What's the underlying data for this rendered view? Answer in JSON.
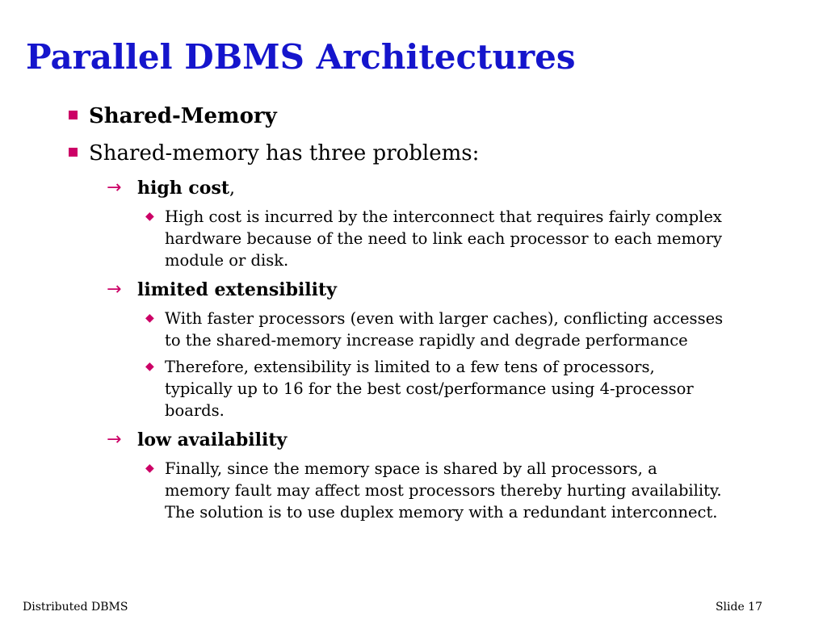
{
  "slide": {
    "title": "Parallel DBMS Architectures",
    "bullets": [
      {
        "text": "Shared-Memory"
      },
      {
        "text": "Shared-memory has three problems:"
      }
    ],
    "problems": [
      {
        "heading": "high cost",
        "suffix": ",",
        "details": [
          "High cost is incurred by the interconnect that requires fairly complex hardware because of the need to link each processor to each memory module or disk."
        ]
      },
      {
        "heading": "limited extensibility",
        "suffix": "",
        "details": [
          "With faster processors (even with larger caches), conflicting accesses to the shared-memory increase rapidly and degrade performance",
          "Therefore, extensibility is limited to a few tens of processors, typically up to 16 for the best cost/performance using 4-processor boards."
        ]
      },
      {
        "heading": "low availability",
        "suffix": "",
        "details": [
          "Finally, since the memory space is shared by all processors, a memory fault may affect most processors thereby hurting availability. The solution is to use duplex memory with a redundant interconnect."
        ]
      }
    ]
  },
  "footer": {
    "left": "Distributed DBMS",
    "right": "Slide 17"
  },
  "colors": {
    "title": "#1515cc",
    "bullet": "#cc0066",
    "text": "#000000",
    "background": "#ffffff"
  },
  "icons": {
    "level1": "square-bullet-icon",
    "level2": "arrow-right-icon",
    "level3": "diamond-bullet-icon"
  }
}
